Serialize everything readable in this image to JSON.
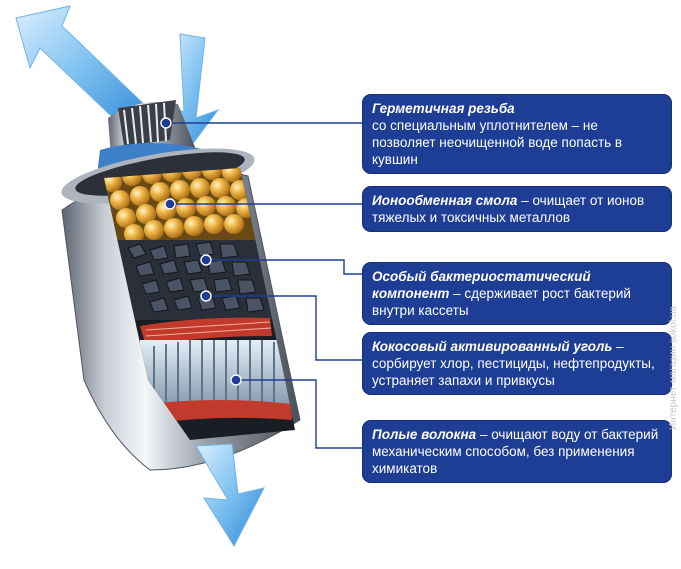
{
  "callouts": [
    {
      "title": "Герметичная резьба",
      "sep": "",
      "text": "со специальным уплотнителем – не позволяет неочищенной воде попасть в кувшин"
    },
    {
      "title": "Ионообменная смола",
      "sep": " – ",
      "text": "очищает от ионов тяжелых и токсичных металлов"
    },
    {
      "title": "Особый бактериостатический компонент",
      "sep": " – ",
      "text": "сдерживает рост бактерий внутри кассеты"
    },
    {
      "title": "Кокосовый активированный уголь",
      "sep": " – ",
      "text": "сорбирует хлор, пестициды, нефтепродукты, устраняет запахи и привкусы"
    },
    {
      "title": "Полые волокна",
      "sep": " – ",
      "text": "очищают воду от бактерий механическим способом, без применения химикатов"
    }
  ],
  "watermark": "Интернет-магазин sokol.ua",
  "colors": {
    "callout_bg": "#1e3d95",
    "arrow": "#5aa9e6",
    "leader": "#1e3d95",
    "resin": "#e0a43a",
    "carbon": "#2a2f3a",
    "fiber": "#c23a2c"
  },
  "icons": [
    "arrow-in-left-icon",
    "arrow-in-right-icon",
    "arrow-out-icon"
  ]
}
